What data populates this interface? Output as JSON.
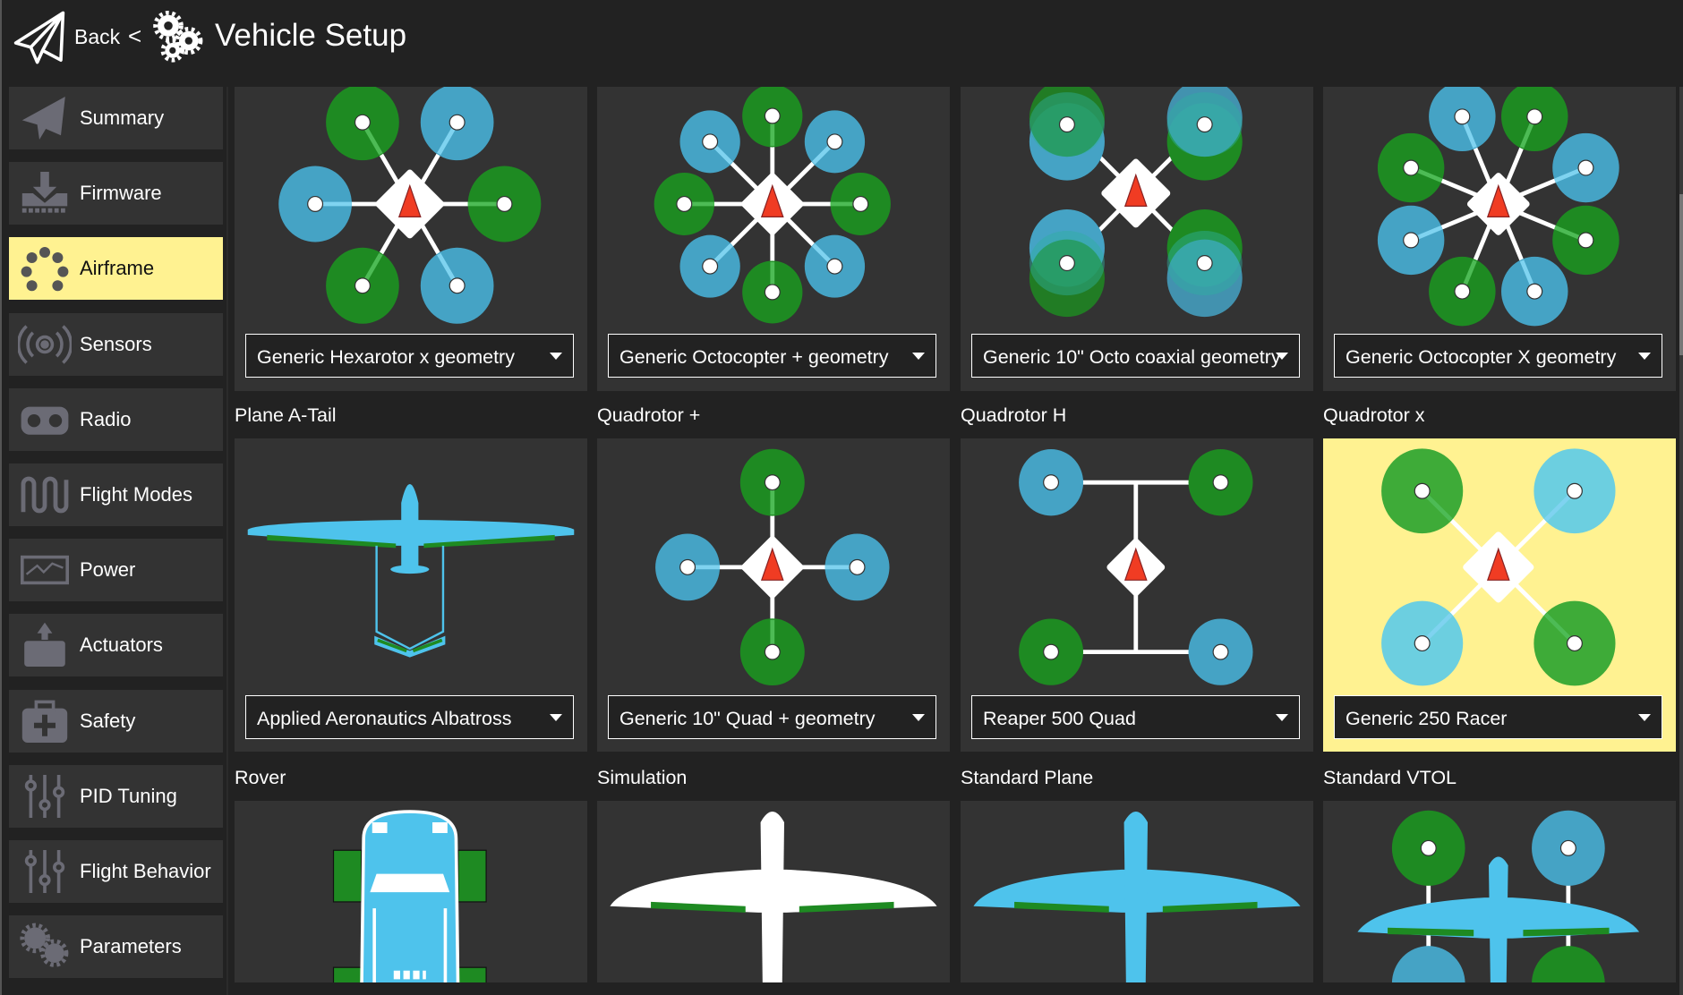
{
  "header": {
    "back_label": "Back",
    "separator": "<",
    "title": "Vehicle Setup"
  },
  "sidebar": {
    "selected": "Airframe",
    "items": [
      {
        "label": "Summary",
        "icon": "paper-plane-icon"
      },
      {
        "label": "Firmware",
        "icon": "download-icon"
      },
      {
        "label": "Airframe",
        "icon": "airframe-dots-icon"
      },
      {
        "label": "Sensors",
        "icon": "sensors-icon"
      },
      {
        "label": "Radio",
        "icon": "radio-icon"
      },
      {
        "label": "Flight Modes",
        "icon": "flight-modes-icon"
      },
      {
        "label": "Power",
        "icon": "power-icon"
      },
      {
        "label": "Actuators",
        "icon": "actuators-icon"
      },
      {
        "label": "Safety",
        "icon": "safety-icon"
      },
      {
        "label": "PID Tuning",
        "icon": "sliders-icon"
      },
      {
        "label": "Flight Behavior",
        "icon": "sliders-icon"
      },
      {
        "label": "Parameters",
        "icon": "gears-icon"
      }
    ]
  },
  "colors": {
    "accent": "#fff291",
    "green": "#1e8a22",
    "blue": "#45a3c5",
    "green_sel": "#3eab38",
    "blue_sel": "#6ccfe0",
    "red": "#f03c23",
    "card": "#333333",
    "bg": "#222222"
  },
  "airframes": [
    {
      "label": null,
      "selection": "Generic Hexarotor x geometry",
      "type": "hex",
      "selected": false
    },
    {
      "label": null,
      "selection": "Generic Octocopter + geometry",
      "type": "octoplus",
      "selected": false
    },
    {
      "label": null,
      "selection": "Generic 10\" Octo coaxial geometry",
      "type": "octocoax",
      "selected": false
    },
    {
      "label": null,
      "selection": "Generic Octocopter X geometry",
      "type": "octox",
      "selected": false
    },
    {
      "label": "Plane A-Tail",
      "selection": "Applied Aeronautics Albatross",
      "type": "atail",
      "selected": false
    },
    {
      "label": "Quadrotor +",
      "selection": "Generic 10\" Quad + geometry",
      "type": "quadplus",
      "selected": false
    },
    {
      "label": "Quadrotor H",
      "selection": "Reaper 500 Quad",
      "type": "quadh",
      "selected": false
    },
    {
      "label": "Quadrotor x",
      "selection": "Generic 250 Racer",
      "type": "quadx",
      "selected": true
    },
    {
      "label": "Rover",
      "selection": null,
      "type": "rover",
      "selected": false
    },
    {
      "label": "Simulation",
      "selection": null,
      "type": "sim",
      "selected": false
    },
    {
      "label": "Standard Plane",
      "selection": null,
      "type": "plane",
      "selected": false
    },
    {
      "label": "Standard VTOL",
      "selection": null,
      "type": "vtol",
      "selected": false
    }
  ]
}
